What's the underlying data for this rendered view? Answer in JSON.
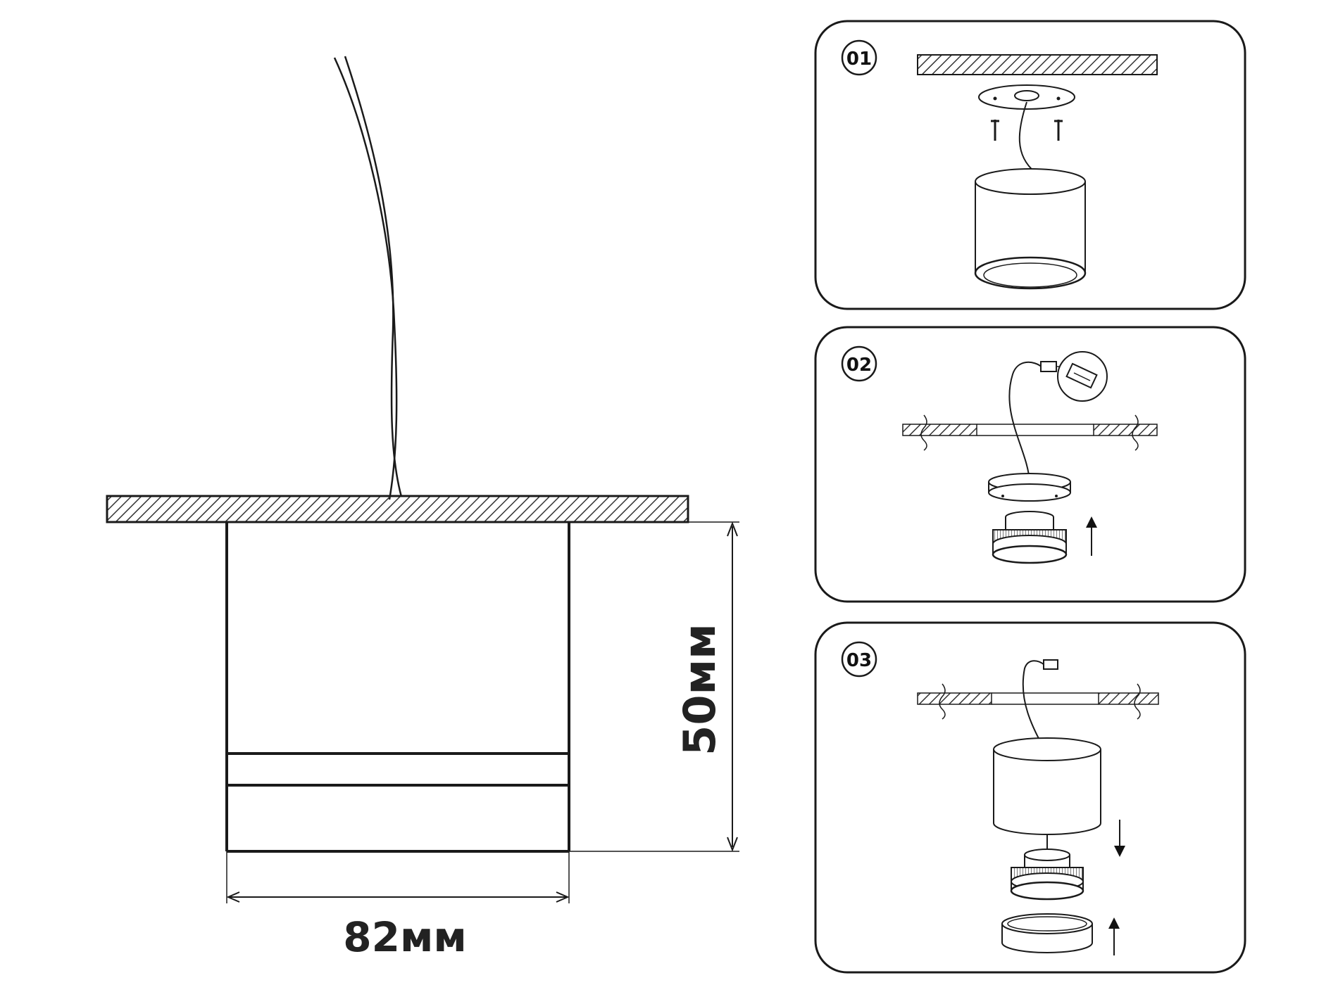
{
  "dimensions": {
    "width_label": "82мм",
    "height_label": "50мм"
  },
  "steps": [
    {
      "number": "01"
    },
    {
      "number": "02"
    },
    {
      "number": "03"
    }
  ],
  "colors": {
    "line": "#1a1a1a",
    "hatch": "#333333",
    "background": "#ffffff"
  }
}
